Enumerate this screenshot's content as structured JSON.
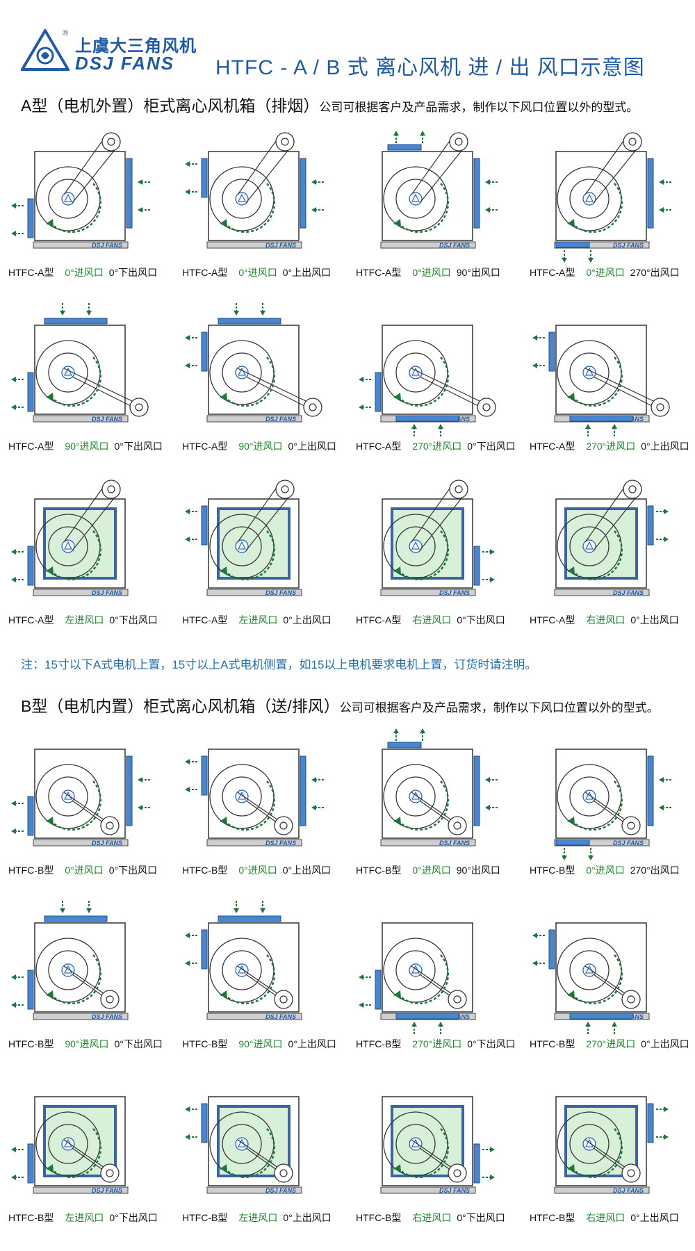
{
  "header": {
    "brand_cn": "上虞大三角风机",
    "brand_en": "DSJ FANS",
    "reg_mark": "®",
    "title": "HTFC - A / B 式 离心风机 进 / 出 风口示意图"
  },
  "colors": {
    "brand": "#1f5aa8",
    "inlet_text": "#1a8a2a",
    "panel": "#4a86cf",
    "arrow": "#1b7a3a"
  },
  "section_a": {
    "title": "A型（电机外置）柜式离心风机箱（排烟）",
    "note": "公司可根据客户及产品需求，制作以下风口位置以外的型式。"
  },
  "section_b": {
    "title": "B型（电机内置）柜式离心风机箱（送/排风）",
    "note": "公司可根据客户及产品需求，制作以下风口位置以外的型式。"
  },
  "remark": "注：15寸以下A式电机上置，15寸以上A式电机侧置，如15以上电机要求电机上置，订货时请注明。",
  "diagram_label": "DSJ FANS",
  "a_items": [
    {
      "model": "HTFC-A型",
      "inlet": "0°进风口",
      "outlet": "0°下出风口"
    },
    {
      "model": "HTFC-A型",
      "inlet": "0°进风口",
      "outlet": "0°上出风口"
    },
    {
      "model": "HTFC-A型",
      "inlet": "0°进风口",
      "outlet": "90°出风口"
    },
    {
      "model": "HTFC-A型",
      "inlet": "0°进风口",
      "outlet": "270°出风口"
    },
    {
      "model": "HTFC-A型",
      "inlet": "90°进风口",
      "outlet": "0°下出风口"
    },
    {
      "model": "HTFC-A型",
      "inlet": "90°进风口",
      "outlet": "0°上出风口"
    },
    {
      "model": "HTFC-A型",
      "inlet": "270°进风口",
      "outlet": "0°下出风口"
    },
    {
      "model": "HTFC-A型",
      "inlet": "270°进风口",
      "outlet": "0°上出风口"
    },
    {
      "model": "HTFC-A型",
      "inlet": "左进风口",
      "outlet": "0°下出风口"
    },
    {
      "model": "HTFC-A型",
      "inlet": "左进风口",
      "outlet": "0°上出风口"
    },
    {
      "model": "HTFC-A型",
      "inlet": "右进风口",
      "outlet": "0°下出风口"
    },
    {
      "model": "HTFC-A型",
      "inlet": "右进风口",
      "outlet": "0°上出风口"
    }
  ],
  "b_items": [
    {
      "model": "HTFC-B型",
      "inlet": "0°进风口",
      "outlet": "0°下出风口"
    },
    {
      "model": "HTFC-B型",
      "inlet": "0°进风口",
      "outlet": "0°上出风口"
    },
    {
      "model": "HTFC-B型",
      "inlet": "0°进风口",
      "outlet": "90°出风口"
    },
    {
      "model": "HTFC-B型",
      "inlet": "0°进风口",
      "outlet": "270°出风口"
    },
    {
      "model": "HTFC-B型",
      "inlet": "90°进风口",
      "outlet": "0°下出风口"
    },
    {
      "model": "HTFC-B型",
      "inlet": "90°进风口",
      "outlet": "0°上出风口"
    },
    {
      "model": "HTFC-B型",
      "inlet": "270°进风口",
      "outlet": "0°下出风口"
    },
    {
      "model": "HTFC-B型",
      "inlet": "270°进风口",
      "outlet": "0°上出风口"
    },
    {
      "model": "HTFC-B型",
      "inlet": "左进风口",
      "outlet": "0°下出风口"
    },
    {
      "model": "HTFC-B型",
      "inlet": "左进风口",
      "outlet": "0°上出风口"
    },
    {
      "model": "HTFC-B型",
      "inlet": "右进风口",
      "outlet": "0°下出风口"
    },
    {
      "model": "HTFC-B型",
      "inlet": "右进风口",
      "outlet": "0°上出风口"
    }
  ]
}
